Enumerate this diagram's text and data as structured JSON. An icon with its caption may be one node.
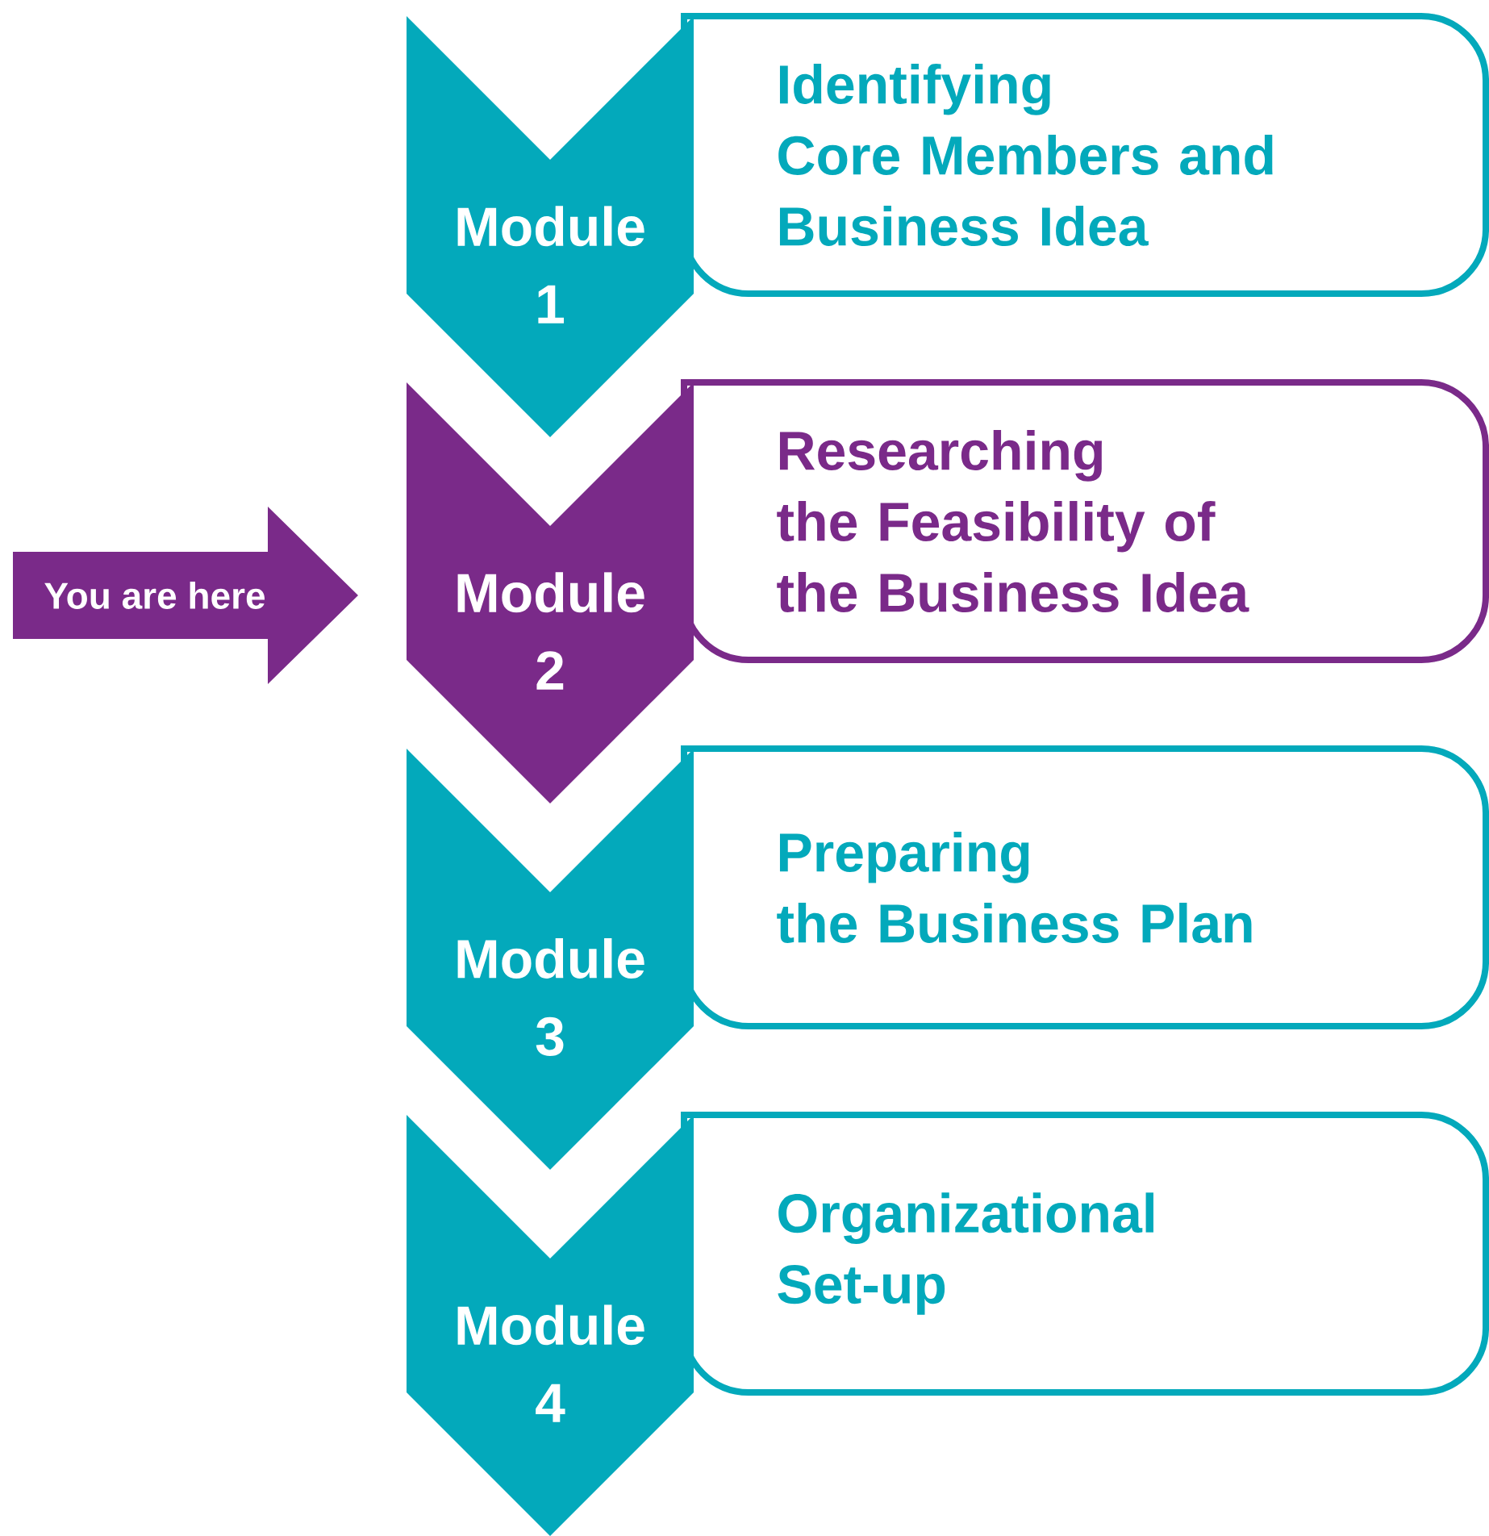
{
  "diagram": {
    "nodes": [
      {
        "text": [
          "Module 1"
        ]
      },
      {
        "text": [
          "Identifying Core Members and Business Idea"
        ]
      },
      {
        "text": [
          "You are here"
        ]
      },
      {
        "text": [
          "Module 2"
        ]
      },
      {
        "text": [
          "Researching the Feasibility of the Business Idea"
        ]
      },
      {
        "text": [
          "Module 3"
        ]
      },
      {
        "text": [
          "Preparing the Business Plan"
        ]
      },
      {
        "text": [
          "Module 4"
        ]
      },
      {
        "text": [
          "Organizational Set-up"
        ]
      }
    ]
  }
}
